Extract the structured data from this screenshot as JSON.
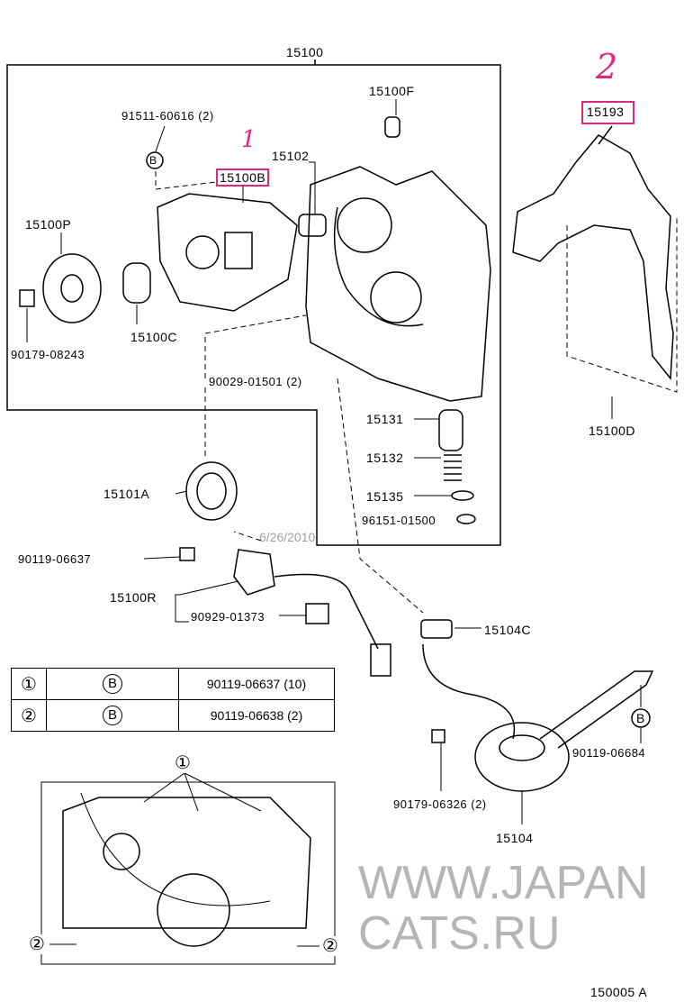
{
  "labels": {
    "p15100": "15100",
    "p15100F": "15100F",
    "p91511": "91511-60616 (2)",
    "p15102": "15102",
    "p15100B": "15100B",
    "p15193": "15193",
    "p15100P": "15100P",
    "p15100C": "15100C",
    "p90179_08243": "90179-08243",
    "p90029": "90029-01501 (2)",
    "p15131": "15131",
    "p15100D": "15100D",
    "p15132": "15132",
    "p15101A": "15101A",
    "p15135": "15135",
    "p96151": "96151-01500",
    "p90119_06637": "90119-06637",
    "p15100R": "15100R",
    "p90929": "90929-01373",
    "p15104C": "15104C",
    "p90119_06684": "90119-06684",
    "p90179_06326": "90179-06326 (2)",
    "p15104": "15104",
    "diagram_id": "150005 A"
  },
  "annotations": {
    "mark1": "1",
    "mark2": "2"
  },
  "watermark": "WWW.JAPANCATS.RU",
  "date": "6/26/2010",
  "bolt_symbol": "B",
  "bolt_table": [
    {
      "num": "①",
      "sym": "B",
      "part": "90119-06637 (10)"
    },
    {
      "num": "②",
      "sym": "B",
      "part": "90119-06638 (2)"
    }
  ],
  "inset": {
    "mark1": "①",
    "mark2": "②"
  },
  "colors": {
    "highlight": "#e0287a",
    "line": "#000000"
  }
}
